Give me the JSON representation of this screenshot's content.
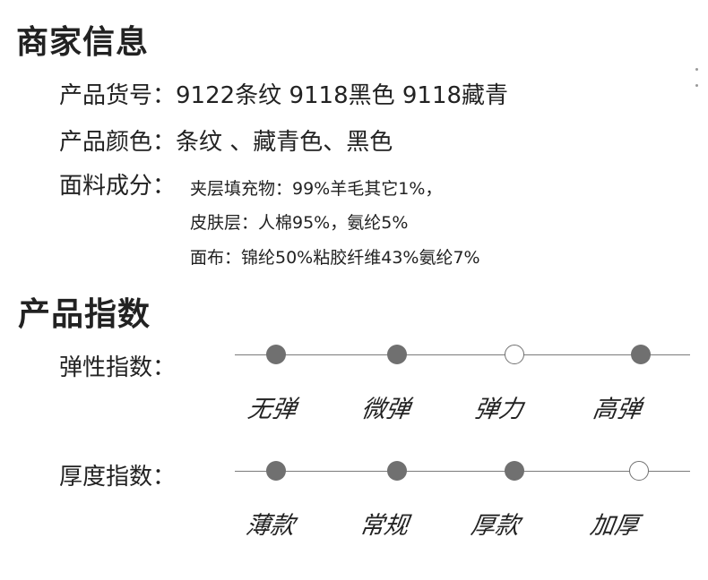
{
  "merchant": {
    "title": "商家信息",
    "item_no_label": "产品货号：",
    "item_no_value": "9122条纹 9118黑色 9118藏青",
    "color_label": "产品颜色：",
    "color_value": "条纹 、藏青色、黑色",
    "fabric_label": "面料成分：",
    "fabric_lines": [
      "夹层填充物：99%羊毛其它1%，",
      "皮肤层：人棉95%，氨纶5%",
      "面布：锦纶50%粘胶纤维43%氨纶7%"
    ]
  },
  "index": {
    "title": "产品指数",
    "elasticity": {
      "label": "弹性指数：",
      "options": [
        "无弹",
        "微弹",
        "弹力",
        "高弹"
      ],
      "filled": [
        true,
        true,
        false,
        true
      ]
    },
    "thickness": {
      "label": "厚度指数：",
      "options": [
        "薄款",
        "常规",
        "厚款",
        "加厚"
      ],
      "filled": [
        true,
        true,
        true,
        false
      ]
    }
  },
  "colors": {
    "text": "#222222",
    "dot": "#707070",
    "line": "#7a7a7a"
  }
}
